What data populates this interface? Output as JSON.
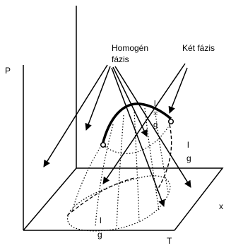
{
  "labels": {
    "pressure_axis": "P",
    "temperature_axis": "T",
    "composition_axis": "x",
    "homogeneous_phase": "Homogén",
    "homogeneous_phase_line2": "fázis",
    "two_phase": "Két fázis",
    "crit_l": "l",
    "crit_eq": "=",
    "crit_g": "g",
    "right_l": "l",
    "right_g": "g",
    "bottom_l": "l",
    "bottom_g": "g"
  },
  "colors": {
    "ink": "#000000",
    "background": "#ffffff"
  }
}
